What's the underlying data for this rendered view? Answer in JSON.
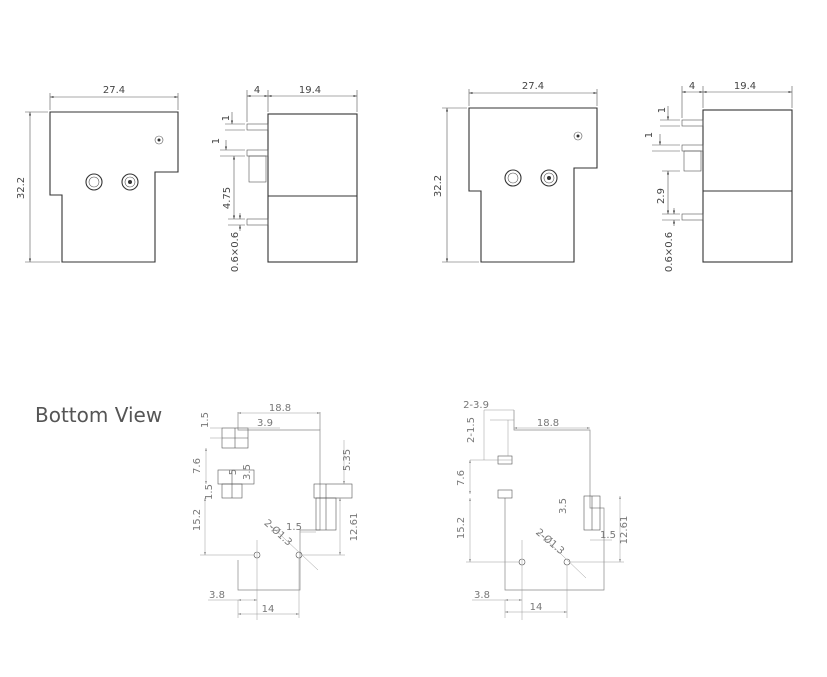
{
  "bottom_view_title": "Bottom View",
  "top_left": {
    "front": {
      "width": "27.4",
      "height": "32.2"
    },
    "side": {
      "d4": "4",
      "depth": "19.4",
      "d1a": "1",
      "d1b": "1",
      "pitch": "4.75",
      "pin": "0.6×0.6"
    }
  },
  "top_right": {
    "front": {
      "width": "27.4",
      "height": "32.2"
    },
    "side": {
      "d4": "4",
      "depth": "19.4",
      "d1a": "1",
      "d1b": "1",
      "pitch": "2.9",
      "pin": "0.6×0.6"
    }
  },
  "bottom_left": {
    "d188": "18.8",
    "d39": "3.9",
    "d15a": "1.5",
    "d76": "7.6",
    "d5": "5",
    "d35": "3.5",
    "d15b": "1.5",
    "d535": "5.35",
    "d152": "15.2",
    "d15c": "1.5",
    "d1261": "12.61",
    "hole": "2-Ø1.3",
    "d38": "3.8",
    "d14": "14"
  },
  "bottom_right": {
    "d239": "2-3.9",
    "d215": "2-1.5",
    "d188": "18.8",
    "d76": "7.6",
    "d35": "3.5",
    "d152": "15.2",
    "d15": "1.5",
    "d1261": "12.61",
    "hole": "2-Ø1.3",
    "d38": "3.8",
    "d14": "14"
  }
}
